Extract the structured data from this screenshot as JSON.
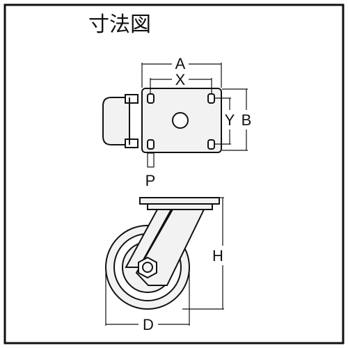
{
  "title": "寸法図",
  "labels": {
    "A": "A",
    "X": "X",
    "Y": "Y",
    "B": "B",
    "P": "P",
    "H": "H",
    "D": "D"
  }
}
